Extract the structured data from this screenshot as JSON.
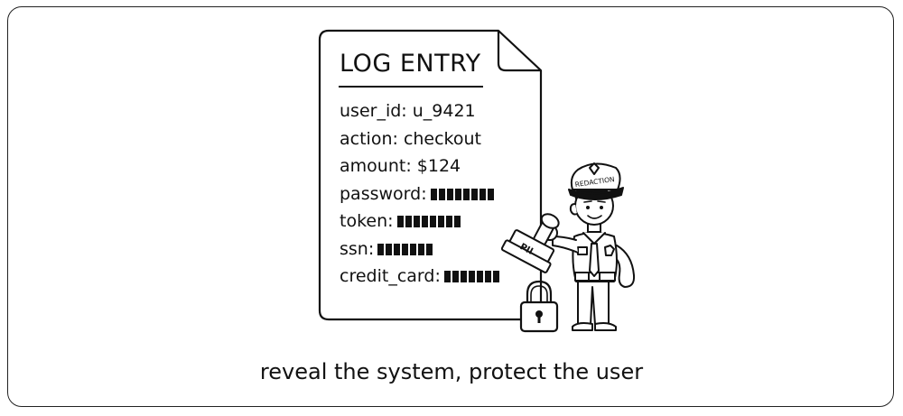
{
  "document": {
    "title": "LOG ENTRY",
    "fields": [
      {
        "key": "user_id",
        "value": "u_9421",
        "redacted": 0
      },
      {
        "key": "action",
        "value": "checkout",
        "redacted": 0
      },
      {
        "key": "amount",
        "value": "$124",
        "redacted": 0
      },
      {
        "key": "password",
        "value": "",
        "redacted": 8
      },
      {
        "key": "token",
        "value": "",
        "redacted": 8
      },
      {
        "key": "ssn",
        "value": "",
        "redacted": 7
      },
      {
        "key": "credit_card",
        "value": "",
        "redacted": 7
      }
    ]
  },
  "officer": {
    "hat_badge": "REDACTION",
    "stamp_label": "PII"
  },
  "icons": [
    "document-icon",
    "officer-icon",
    "stamp-icon",
    "padlock-icon"
  ],
  "caption": "reveal the system, protect the user"
}
